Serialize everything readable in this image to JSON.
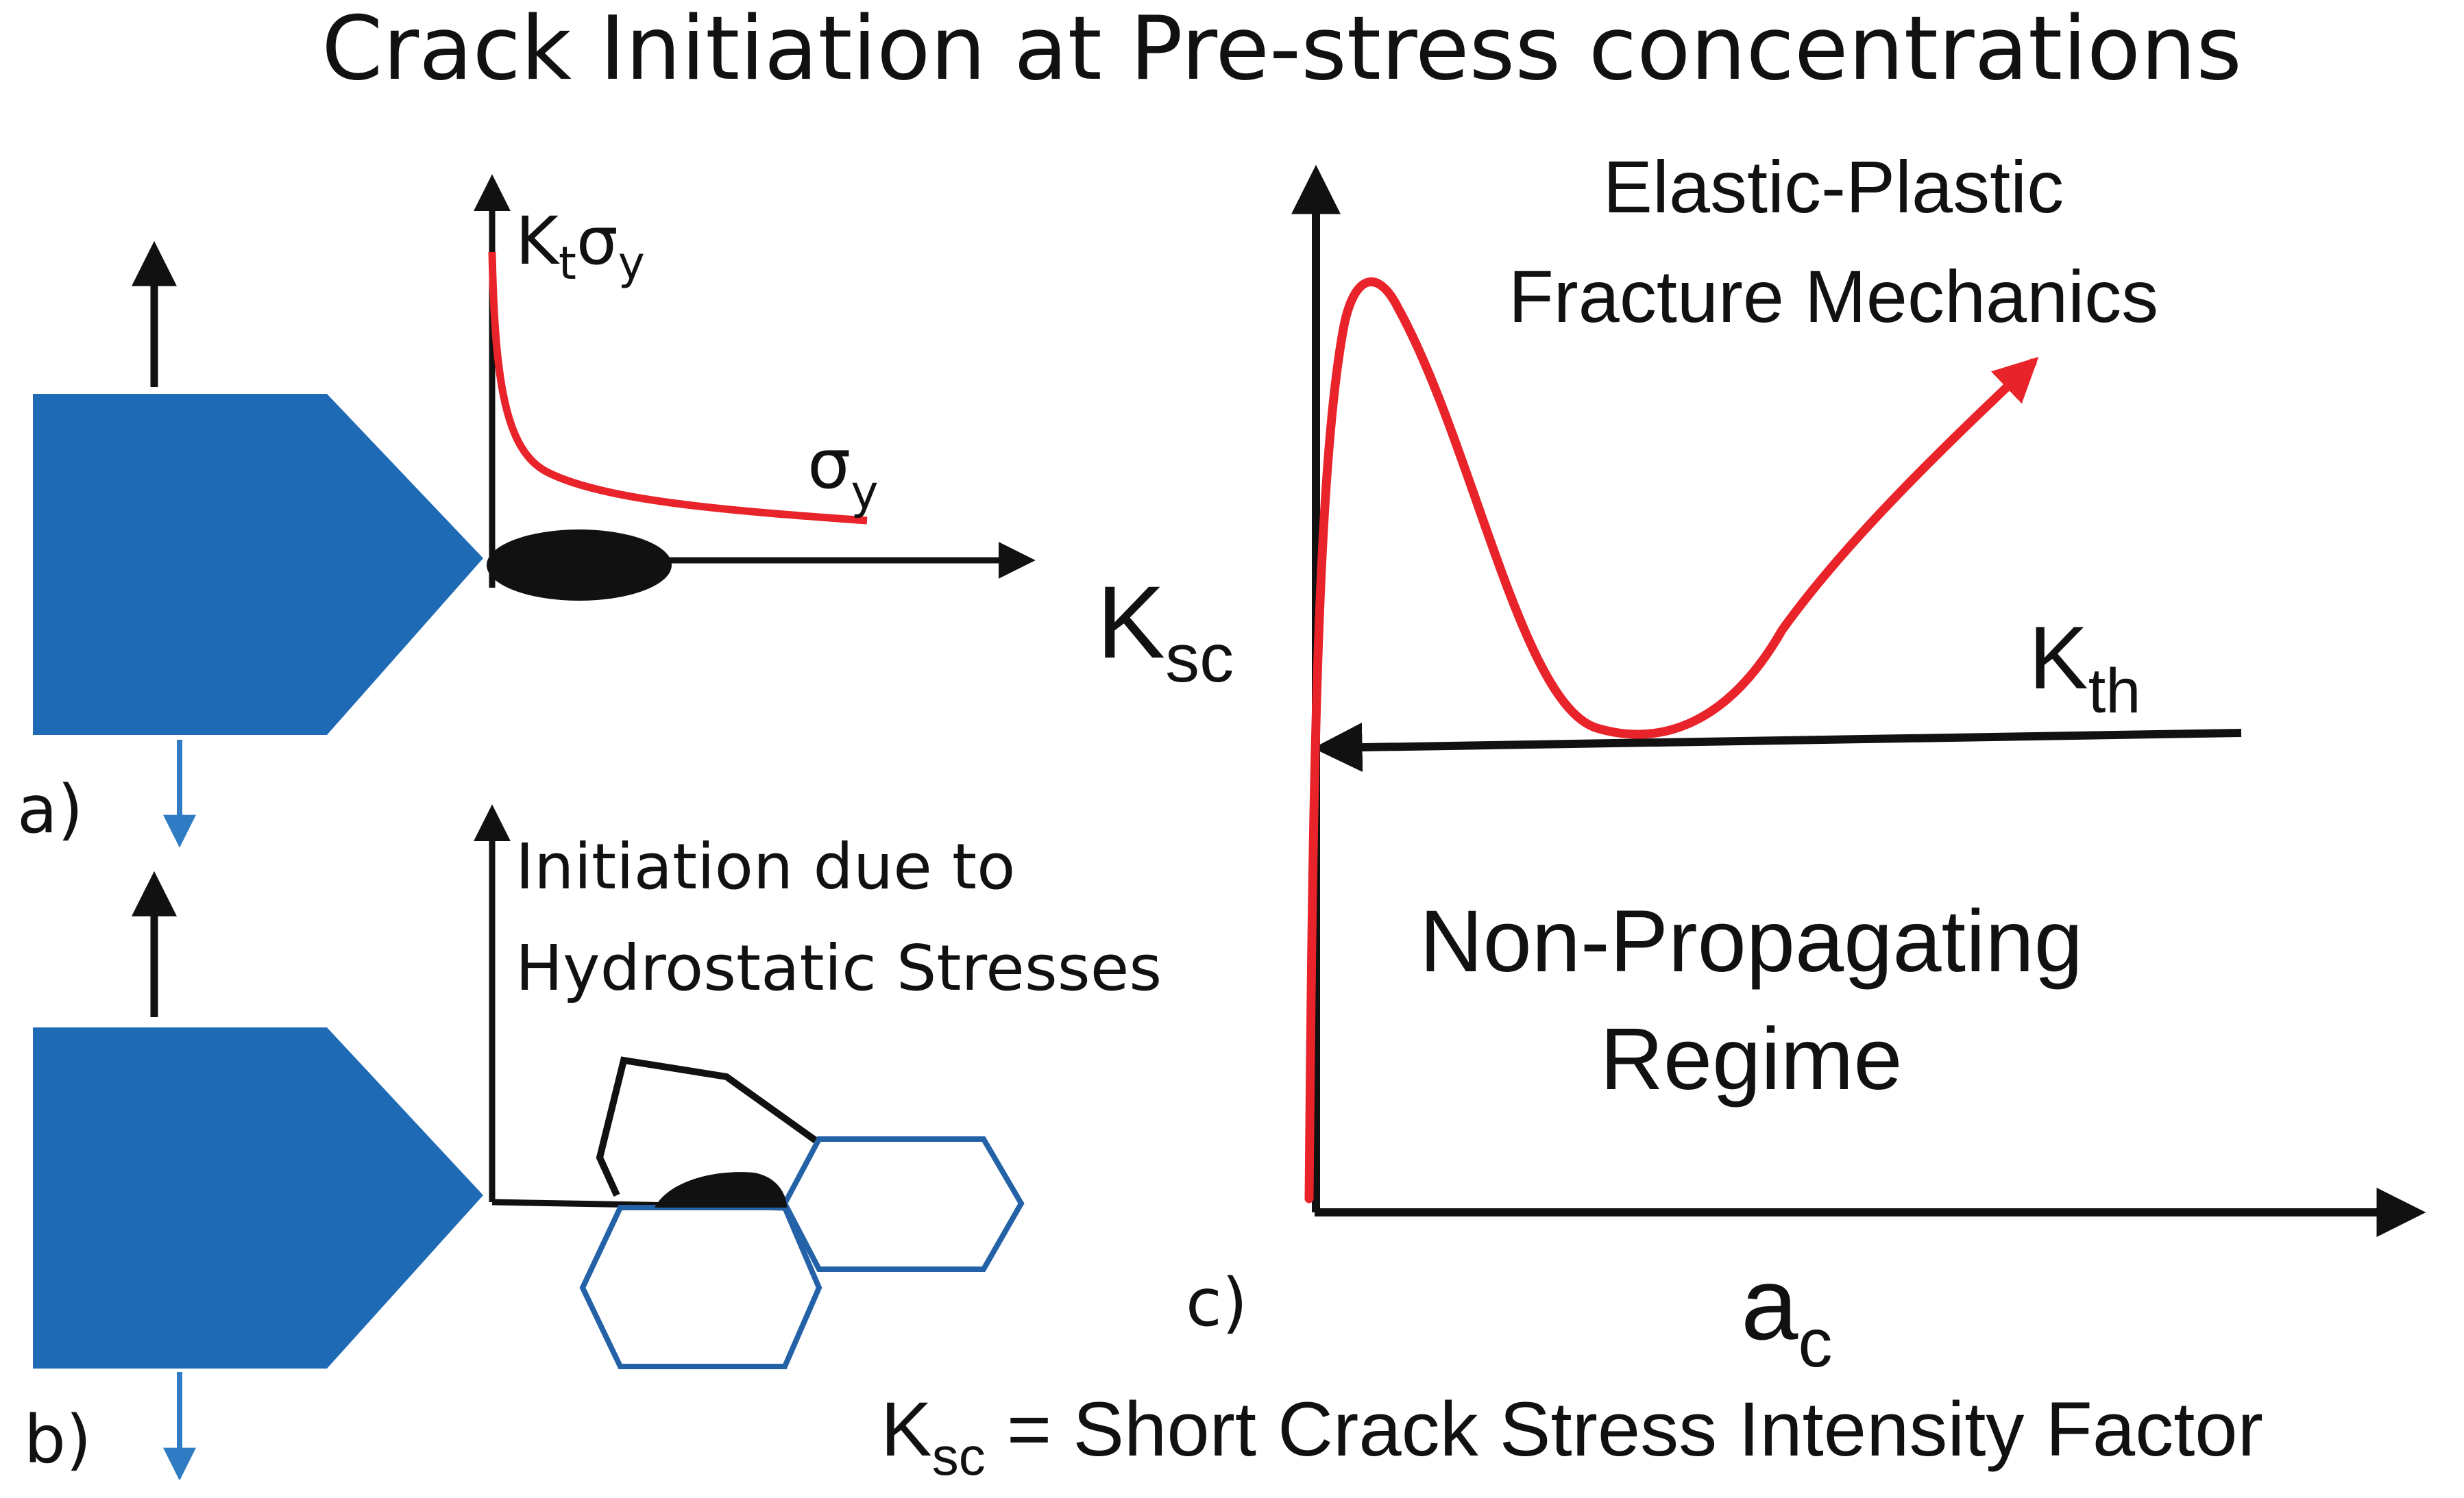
{
  "title": "Crack Initiation at Pre-stress concentrations",
  "colors": {
    "plate_blue": "#1f6ab5",
    "curve_red": "#e8232a",
    "load_arrow_blue": "#2f7cc4",
    "grain_blue": "#2462a8",
    "ink": "#111111"
  },
  "panel_a": {
    "label": "a)",
    "curve_top_label": {
      "main": "K",
      "sub": "t",
      "main2": "σ",
      "sub2": "y"
    },
    "curve_end_label": {
      "main": "σ",
      "sub": "y"
    }
  },
  "panel_b": {
    "label": "b)",
    "annotation_line1": "Initiation  due to",
    "annotation_line2": "Hydrostatic Stresses"
  },
  "panel_c": {
    "label": "c)",
    "y_axis_label": {
      "main": "K",
      "sub": "sc"
    },
    "x_axis_label": {
      "main": "a",
      "sub": "c"
    },
    "threshold_label": {
      "main": "K",
      "sub": "th"
    },
    "upper_region_line1": "Elastic-Plastic",
    "upper_region_line2": "Fracture Mechanics",
    "lower_region_line1": "Non-Propagating",
    "lower_region_line2": "Regime"
  },
  "footnote": {
    "main": "K",
    "sub": "sc",
    "rest": " = Short Crack Stress Intensity Factor"
  }
}
